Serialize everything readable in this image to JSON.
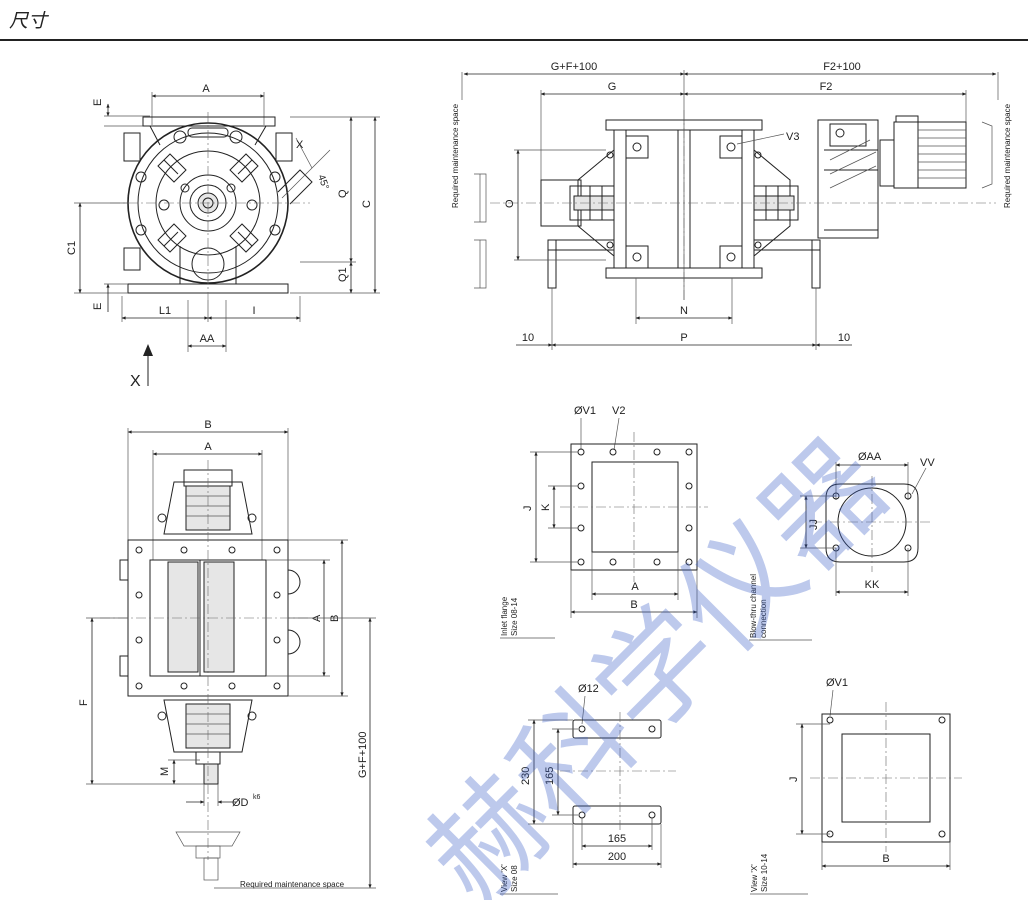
{
  "page": {
    "title": "尺寸"
  },
  "front_view": {
    "labels": {
      "A": "A",
      "E_top": "E",
      "E_bottom": "E",
      "X": "X",
      "angle": "45°",
      "Q": "Q",
      "C": "C",
      "C1": "C1",
      "Q1": "Q1",
      "L1": "L1",
      "I": "I",
      "AA": "AA",
      "view_arrow": "X"
    }
  },
  "side_view": {
    "labels": {
      "GF100": "G+F+100",
      "F2_100": "F2+100",
      "G": "G",
      "F2": "F2",
      "V3": "V3",
      "O": "O",
      "N": "N",
      "P": "P",
      "ten_left": "10",
      "ten_right": "10",
      "maint_left": "Required  maintenance  space",
      "maint_right": "Required  maintenance  space"
    }
  },
  "top_view": {
    "labels": {
      "B": "B",
      "A": "A",
      "A_side": "A",
      "B_side": "B",
      "F": "F",
      "GF100": "G+F+100",
      "M": "M",
      "OD": "ØD",
      "k6": "k6",
      "maint": "Required  maintenance  space"
    }
  },
  "inlet_flange": {
    "labels": {
      "V1": "ØV1",
      "V2": "V2",
      "J": "J",
      "K": "K",
      "A": "A",
      "B": "B",
      "caption1": "Inlet flange",
      "caption2": "Size 08-14"
    }
  },
  "blow_thru": {
    "labels": {
      "AA": "ØAA",
      "VV": "VV",
      "JJ": "JJ",
      "KK": "KK",
      "caption1": "Blow-thru channel",
      "caption2": "connection"
    }
  },
  "view_x08": {
    "labels": {
      "d12": "Ø12",
      "h230": "230",
      "h165": "165",
      "w165": "165",
      "w200": "200",
      "caption1": "View 'X'",
      "caption2": "Size 08"
    }
  },
  "view_x10": {
    "labels": {
      "V1": "ØV1",
      "J": "J",
      "B": "B",
      "caption1": "View 'X'",
      "caption2": "Size 10-14"
    }
  },
  "watermark": {
    "text": "赫科学仪器"
  }
}
